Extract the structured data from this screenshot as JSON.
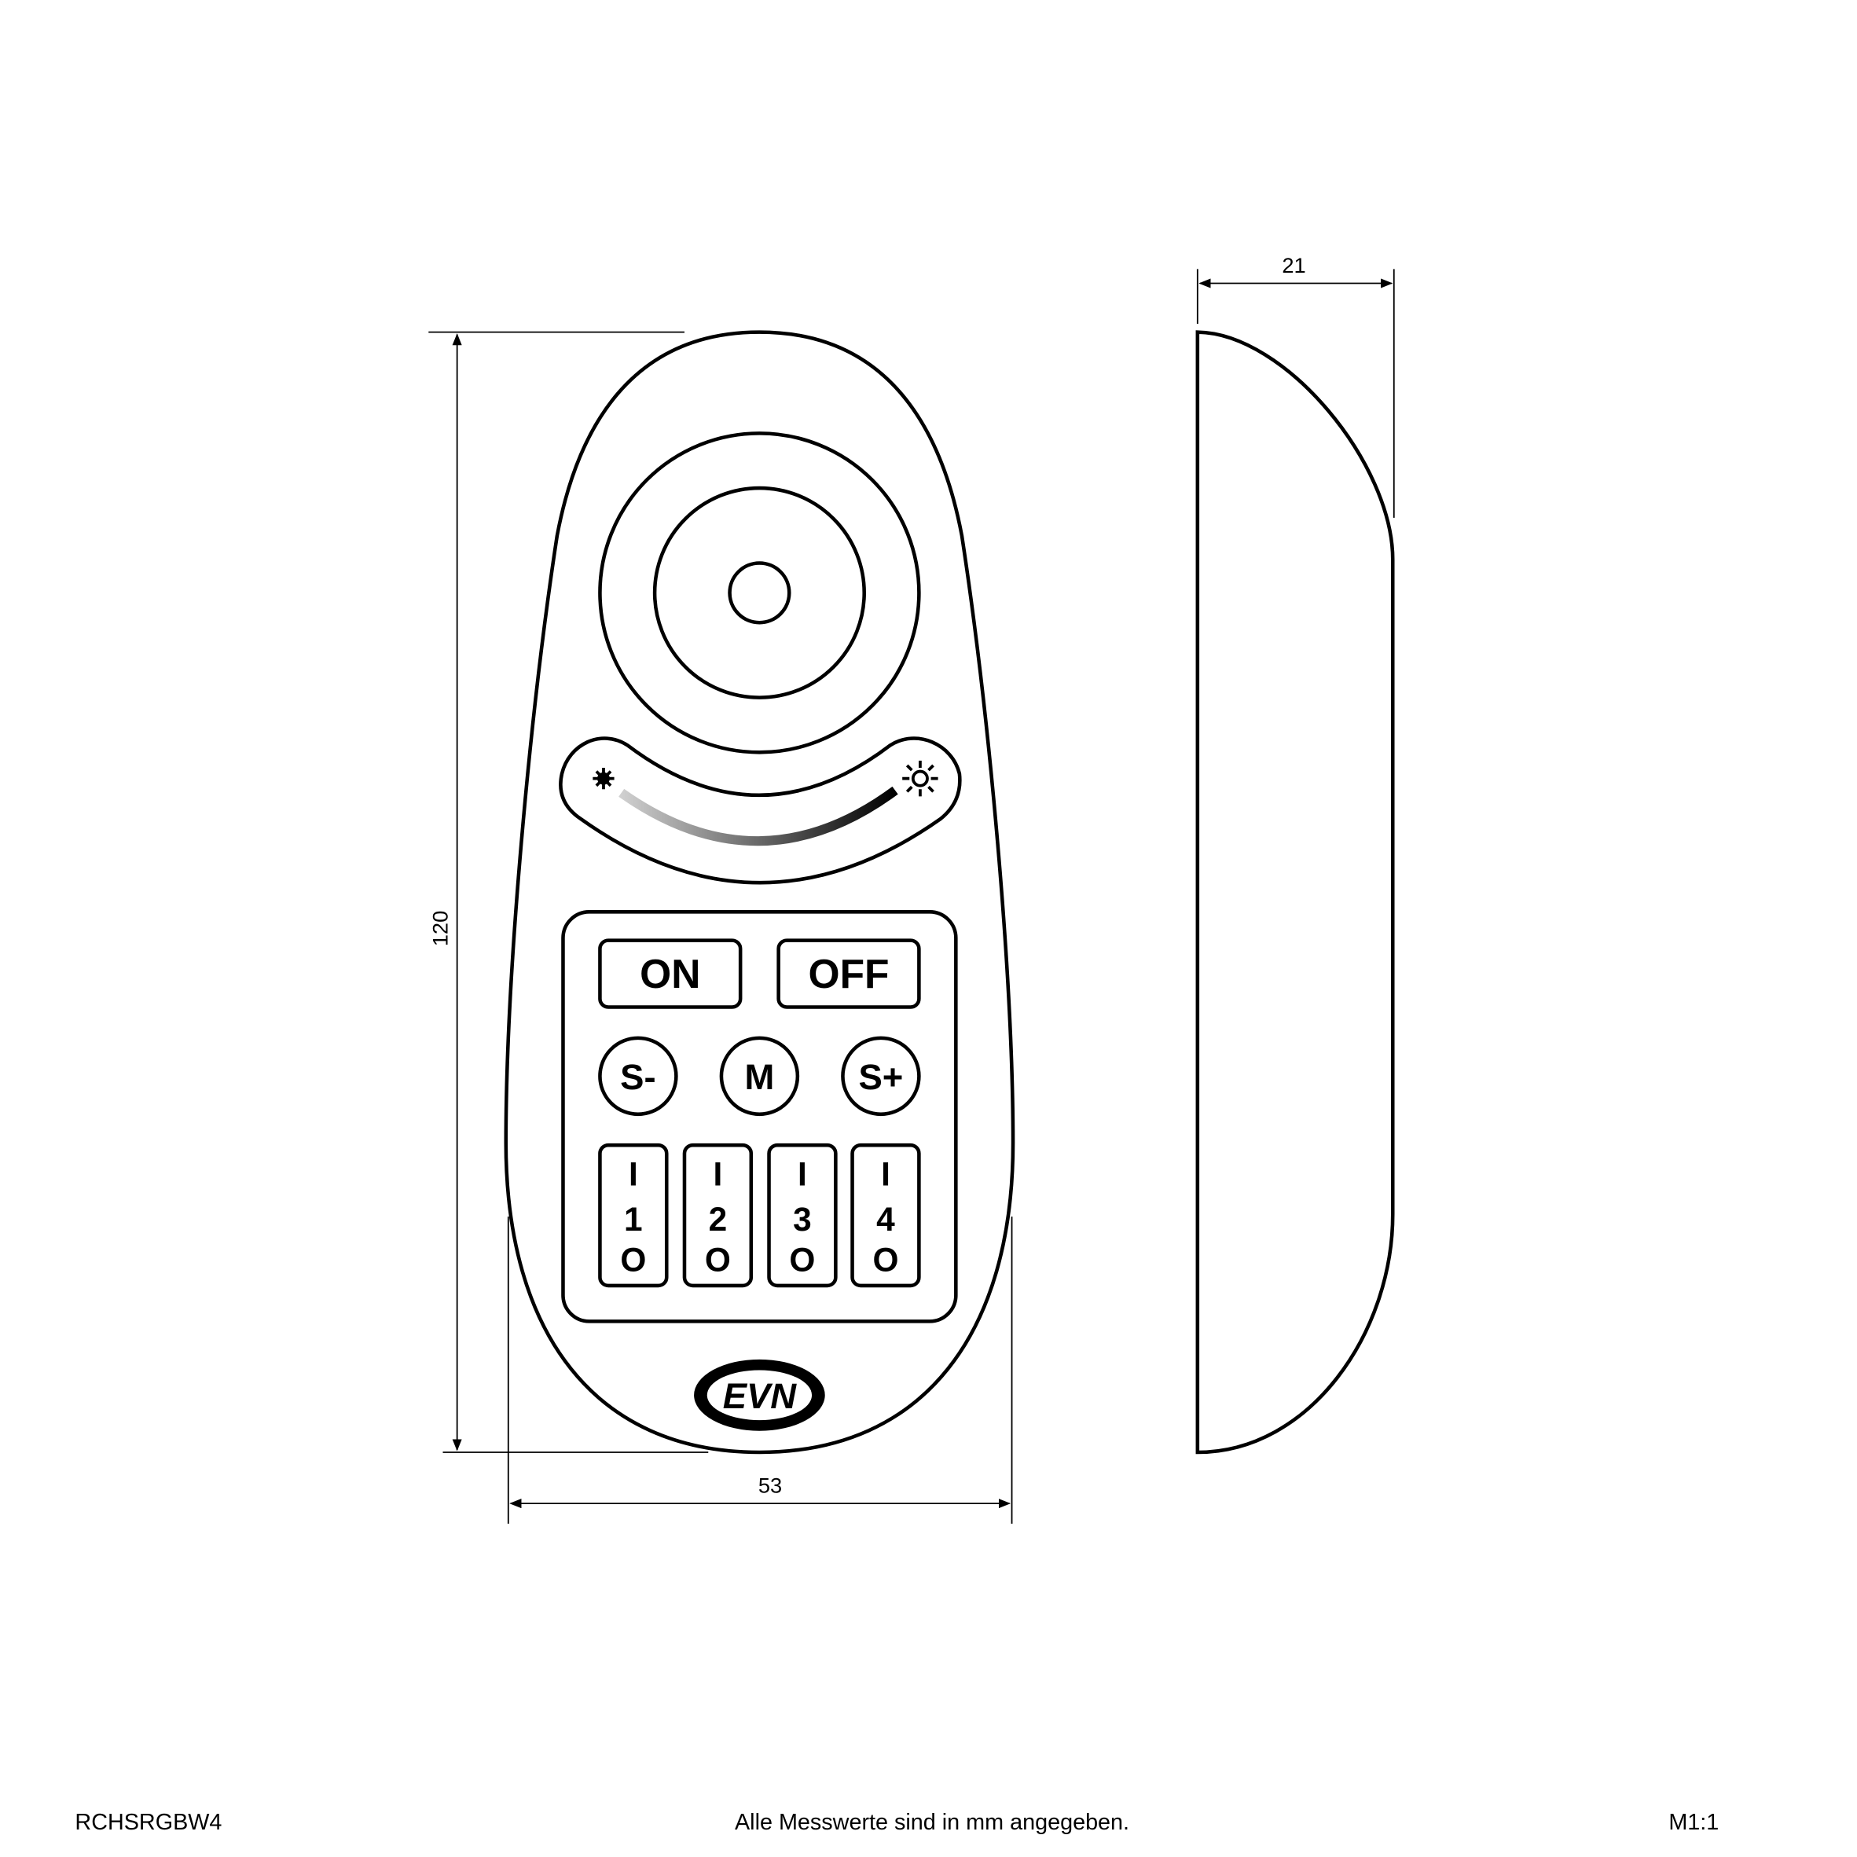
{
  "dimensions": {
    "height": "120",
    "width": "53",
    "depth": "21"
  },
  "buttons": {
    "on": "ON",
    "off": "OFF",
    "speed_minus": "S-",
    "mode": "M",
    "speed_plus": "S+",
    "channels": [
      {
        "on": "I",
        "num": "1",
        "off": "O"
      },
      {
        "on": "I",
        "num": "2",
        "off": "O"
      },
      {
        "on": "I",
        "num": "3",
        "off": "O"
      },
      {
        "on": "I",
        "num": "4",
        "off": "O"
      }
    ]
  },
  "logo": "EVN",
  "footer": {
    "model": "RCHSRGBW4",
    "note": "Alle Messwerte sind in mm angegeben.",
    "scale": "M1:1"
  }
}
